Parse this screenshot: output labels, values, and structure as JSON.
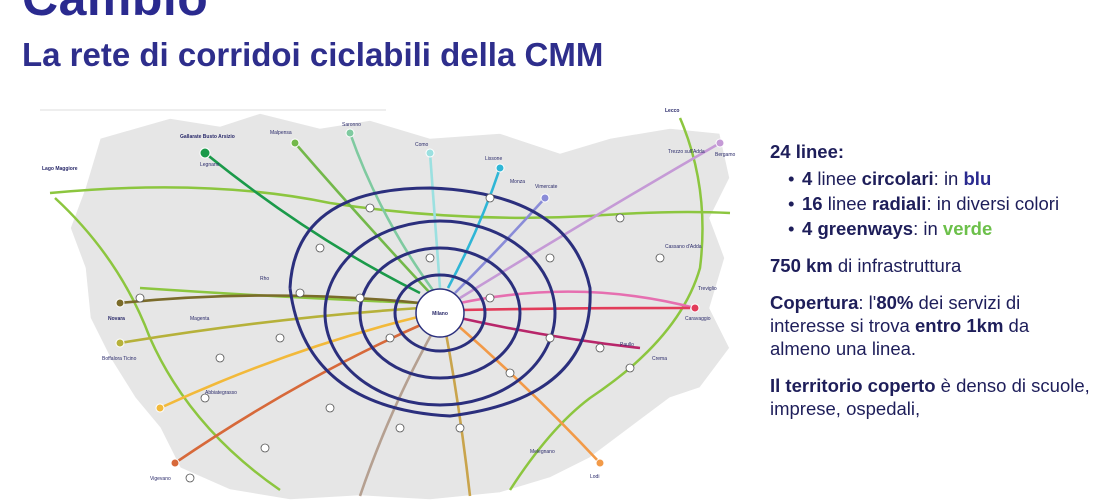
{
  "header": {
    "title": "Cambio",
    "subtitle": "La rete di corridoi ciclabili della CMM"
  },
  "info": {
    "lines_total": "24 linee:",
    "items": [
      {
        "count": "4",
        "word": " linee ",
        "kind": "circolari",
        "sep": ": in ",
        "color_word": "blu",
        "tail": ""
      },
      {
        "count": "16",
        "word": " linee ",
        "kind": "radiali",
        "sep": ": in diversi colori",
        "color_word": "",
        "tail": ""
      },
      {
        "count": "4",
        "word": " ",
        "kind": "greenways",
        "sep": ": in ",
        "color_word": "verde",
        "tail": ""
      }
    ],
    "infra_km": "750 km",
    "infra_text": " di infrastruttura",
    "coverage_label": "Copertura",
    "coverage_pre": ": l'",
    "coverage_pct": "80%",
    "coverage_mid": " dei servizi di interesse si trova ",
    "coverage_dist": "entro 1km",
    "coverage_post": " da almeno una linea.",
    "territory_label": "Il territorio coperto",
    "territory_text": " è denso di scuole, imprese, ospedali,"
  },
  "map": {
    "center_label": "Milano",
    "place_labels": {
      "lago_maggiore": "Lago Maggiore",
      "legnano": "Legnano",
      "gallarate": "Gallarate Busto Arsizio",
      "malpensa": "Malpensa",
      "saronno": "Saronno",
      "como": "Como",
      "lissone": "Lissone",
      "monza": "Monza",
      "vimercate": "Vimercate",
      "lecco": "Lecco",
      "bergamo": "Bergamo",
      "trezzo": "Trezzo sull'Adda",
      "novara": "Novara",
      "boffalora": "Boffalora Ticino",
      "treviglio": "Treviglio",
      "caravaggio": "Caravaggio",
      "crema": "Crema",
      "paullo": "Paullo",
      "vigevano": "Vigevano",
      "lodi": "Lodi",
      "abbiategrasso": "Abbiategrasso",
      "rho": "Rho",
      "melegnano": "Melegnano",
      "cassano": "Cassano d'Adda",
      "magenta": "Magenta"
    },
    "colors": {
      "circular": "#2b2f7d",
      "greenway": "#8cc63f",
      "territory": "#e6e6e6",
      "border": "#ffffff"
    }
  }
}
